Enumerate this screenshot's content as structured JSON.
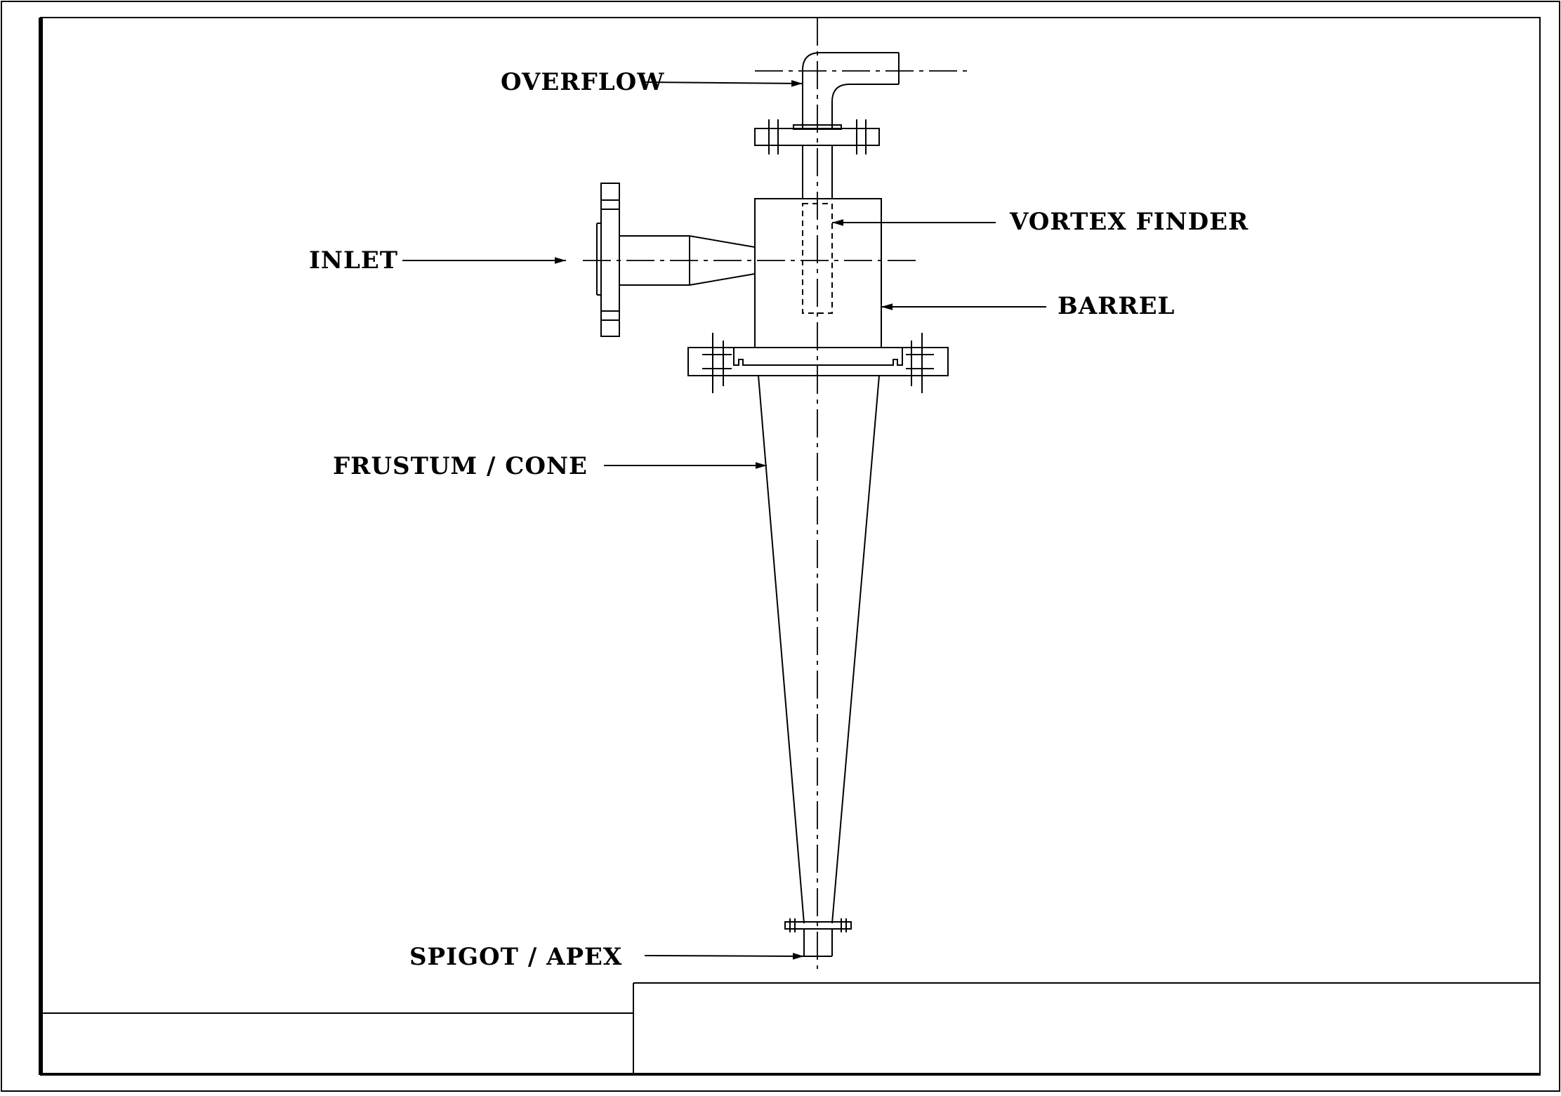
{
  "labels": {
    "overflow": "OVERFLOW",
    "vortex_finder": "VORTEX FINDER",
    "inlet": "INLET",
    "barrel": "BARREL",
    "frustum": "FRUSTUM / CONE",
    "spigot": "SPIGOT / APEX"
  }
}
